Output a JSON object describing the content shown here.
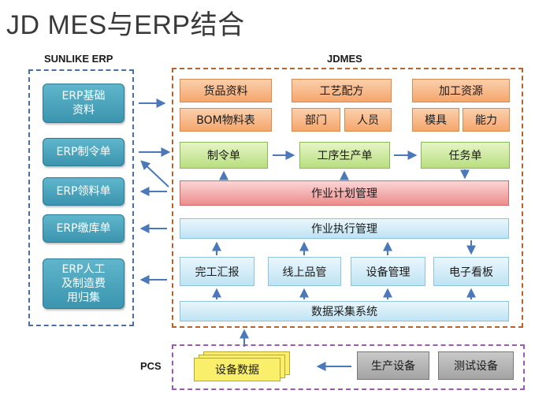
{
  "title": "JD MES与ERP结合",
  "sections": {
    "erp_label": "SUNLIKE ERP",
    "mes_label": "JDMES",
    "pcs_label": "PCS"
  },
  "erp_items": [
    "ERP基础\n资料",
    "ERP制令单",
    "ERP领料单",
    "ERP缴库单",
    "ERP人工\n及制造费\n用归集"
  ],
  "mes": {
    "resources": [
      "货品资料",
      "工艺配方",
      "加工资源",
      "BOM物料表",
      "部门",
      "人员",
      "模具",
      "能力"
    ],
    "orders": [
      "制令单",
      "工序生产单",
      "任务单"
    ],
    "plan": "作业计划管理",
    "execution": "作业执行管理",
    "modules": [
      "完工汇报",
      "线上品管",
      "设备管理",
      "电子看板"
    ],
    "collection": "数据采集系统"
  },
  "pcs": {
    "data": "设备数据",
    "devices": [
      "生产设备",
      "测试设备"
    ]
  },
  "colors": {
    "erp_box": "#3b95ae",
    "resource_box": "#f5a66c",
    "order_box": "#b8de80",
    "plan_box": "#ec8d8d",
    "exec_box": "#bfe3f3",
    "device_box": "#a3a3a3",
    "data_doc": "#f9ef6a",
    "arrow": "#4a78b8"
  }
}
